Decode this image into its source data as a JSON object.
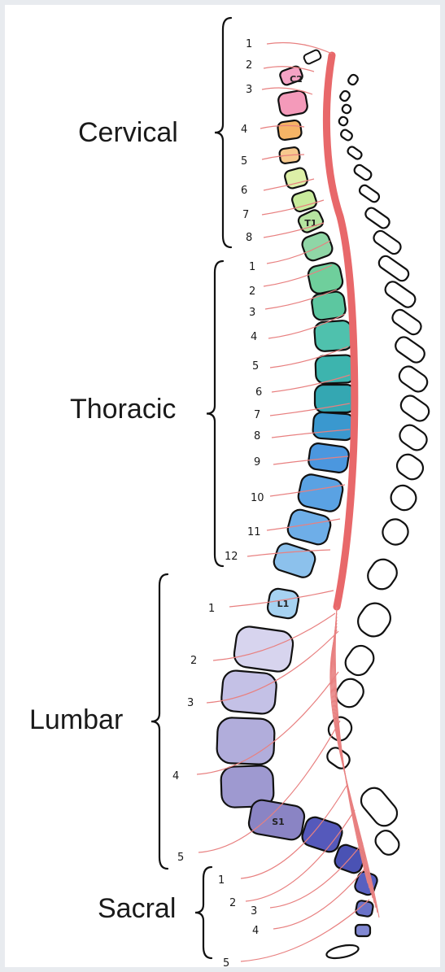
{
  "regions": {
    "cervical": {
      "label": "Cervical",
      "nerves": [
        "1",
        "2",
        "3",
        "4",
        "5",
        "6",
        "7",
        "8"
      ]
    },
    "thoracic": {
      "label": "Thoracic",
      "nerves": [
        "1",
        "2",
        "3",
        "4",
        "5",
        "6",
        "7",
        "8",
        "9",
        "10",
        "11",
        "12"
      ]
    },
    "lumbar": {
      "label": "Lumbar",
      "nerves": [
        "1",
        "2",
        "3",
        "4",
        "5"
      ]
    },
    "sacral": {
      "label": "Sacral",
      "nerves": [
        "1",
        "2",
        "3",
        "4",
        "5"
      ]
    }
  },
  "vertebra_labels": {
    "c2": "C2",
    "t1": "T1",
    "l1": "L1",
    "s1": "S1"
  },
  "colors": {
    "spinal_cord": "#e8686a",
    "nerve": "#e88080",
    "outline": "#111111",
    "cervical": [
      "#f4a3c4",
      "#f49aba",
      "#f5b466",
      "#f7c98e",
      "#ddf0a8",
      "#c8eb9c",
      "#b6e4a0"
    ],
    "thoracic": [
      "#8fd6a6",
      "#6fcf9c",
      "#5cc7a0",
      "#4fc1ad",
      "#3db4ae",
      "#34a7b2",
      "#3a98cf",
      "#4b97df",
      "#5aa2e3",
      "#6eaee8",
      "#8cc1ec",
      "#a6d2f1"
    ],
    "lumbar": [
      "#d7d4ee",
      "#c4c1e6",
      "#b1addb",
      "#9e99d0",
      "#8a84c4"
    ],
    "sacral": [
      "#5559bb",
      "#4a52b4",
      "#5860c0",
      "#6a72c8",
      "#8188d2"
    ]
  }
}
